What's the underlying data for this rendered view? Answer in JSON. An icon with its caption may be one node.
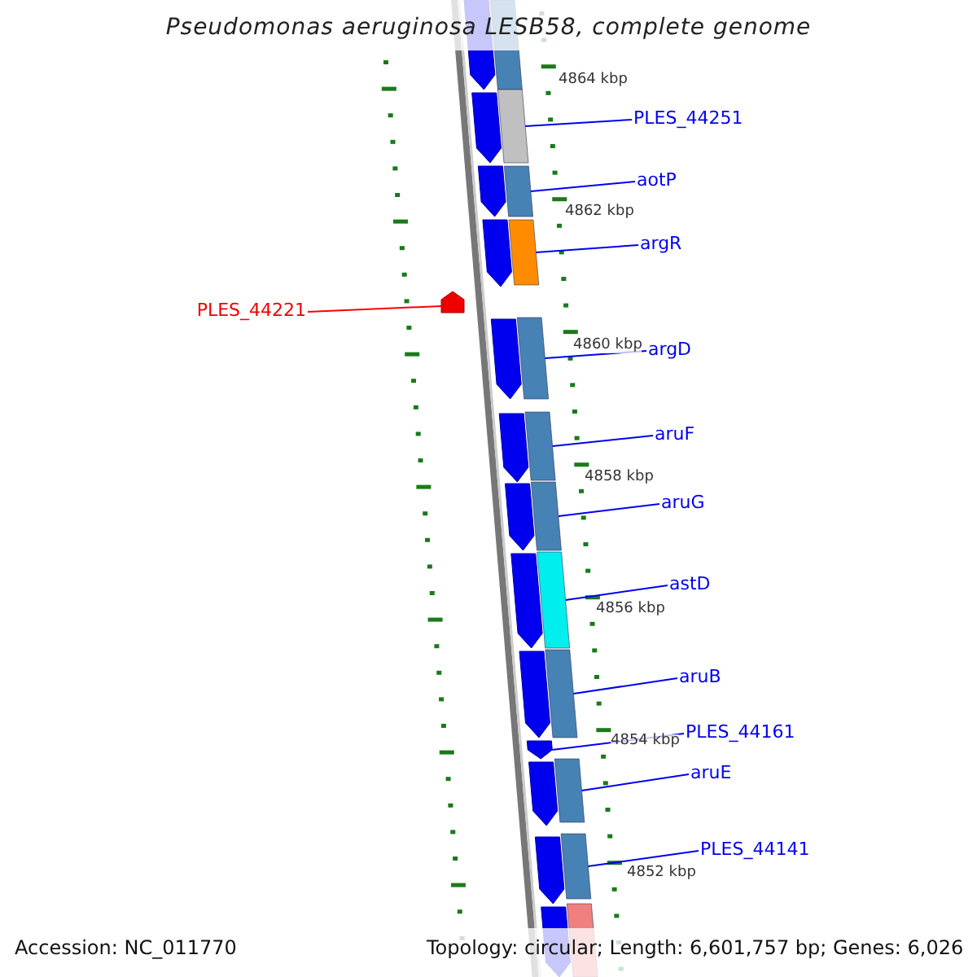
{
  "diagram": {
    "title": "Pseudomonas aeruginosa LESB58, complete genome",
    "nodes": [
      {
        "text": [
          "PLES_44251"
        ]
      },
      {
        "text": [
          "aotP"
        ]
      },
      {
        "text": [
          "argR"
        ]
      },
      {
        "text": [
          "PLES_44221"
        ]
      },
      {
        "text": [
          "argD"
        ]
      },
      {
        "text": [
          "aruF"
        ]
      },
      {
        "text": [
          "aruG"
        ]
      },
      {
        "text": [
          "astD"
        ]
      },
      {
        "text": [
          "aruB"
        ]
      },
      {
        "text": [
          "PLES_44161"
        ]
      },
      {
        "text": [
          "aruE"
        ]
      },
      {
        "text": [
          "PLES_44141"
        ]
      },
      {
        "text": [],
        "shape": "arrow"
      },
      {
        "text": [],
        "shape": "bar"
      },
      {
        "text": [],
        "shape": "arrow"
      },
      {
        "text": [],
        "shape": "bar"
      },
      {
        "text": [],
        "shape": "arrow"
      },
      {
        "text": [],
        "shape": "bar"
      },
      {
        "text": [],
        "shape": "arrow"
      },
      {
        "text": [],
        "shape": "bar"
      },
      {
        "text": [],
        "shape": "pentagon"
      },
      {
        "text": [],
        "shape": "arrow"
      },
      {
        "text": [],
        "shape": "bar"
      },
      {
        "text": [],
        "shape": "arrow"
      },
      {
        "text": [],
        "shape": "bar"
      },
      {
        "text": [],
        "shape": "arrow"
      },
      {
        "text": [],
        "shape": "bar"
      },
      {
        "text": [],
        "shape": "arrow"
      },
      {
        "text": [],
        "shape": "bar"
      },
      {
        "text": [],
        "shape": "arrow"
      },
      {
        "text": [],
        "shape": "bar"
      },
      {
        "text": [],
        "shape": "arrow"
      },
      {
        "text": [],
        "shape": "arrow"
      },
      {
        "text": [],
        "shape": "bar"
      },
      {
        "text": [],
        "shape": "arrow"
      },
      {
        "text": [],
        "shape": "bar"
      },
      {
        "text": [],
        "shape": "arrow"
      },
      {
        "text": [],
        "shape": "bar"
      }
    ],
    "edges": [
      {
        "from": 0,
        "to": 15,
        "arrow": "none"
      },
      {
        "from": 1,
        "to": 17,
        "arrow": "none"
      },
      {
        "from": 2,
        "to": 19,
        "arrow": "none"
      },
      {
        "from": 3,
        "to": 20,
        "arrow": "none",
        "color": "#ff0000"
      },
      {
        "from": 4,
        "to": 22,
        "arrow": "none"
      },
      {
        "from": 5,
        "to": 24,
        "arrow": "none"
      },
      {
        "from": 6,
        "to": 26,
        "arrow": "none"
      },
      {
        "from": 7,
        "to": 28,
        "arrow": "none"
      },
      {
        "from": 8,
        "to": 30,
        "arrow": "none"
      },
      {
        "from": 9,
        "to": 31,
        "arrow": "none"
      },
      {
        "from": 10,
        "to": 33,
        "arrow": "none"
      },
      {
        "from": 11,
        "to": 35,
        "arrow": "none"
      }
    ],
    "labels": [
      "4864 kbp",
      "4862 kbp",
      "4860 kbp",
      "4858 kbp",
      "4856 kbp",
      "4854 kbp",
      "4852 kbp",
      "Accession: NC_011770",
      "Topology: circular; Length: 6,601,757 bp; Genes: 6,026"
    ]
  }
}
